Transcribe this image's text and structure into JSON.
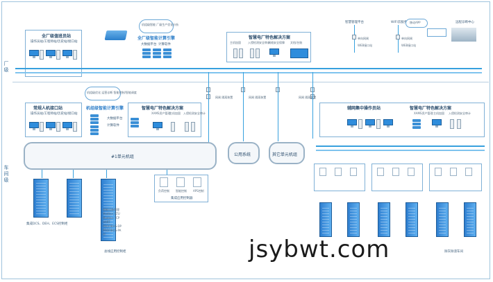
{
  "levels": {
    "plant": "厂级",
    "workshop": "车间级"
  },
  "plant": {
    "ops_station": {
      "title": "全厂级值班员站",
      "sub": "操作员站/工程师站/历史站/接口站"
    },
    "compute_engine": {
      "title": "全厂级智能计算引擎",
      "sub1": "大数据平台",
      "sub2": "计算软件",
      "cloud": "机组级智能 厂级生产优化分析"
    },
    "solution": {
      "title": "智慧电厂特色解决方案",
      "items": [
        "文档/台账",
        "入侵检测安全审计",
        "网络安全保障",
        "主机加固"
      ]
    },
    "smart_mgmt": "智慧管理平台",
    "wifi": "WIFI云服务",
    "mobile": "移动APP",
    "remote": "远程诊断中心",
    "web_items": [
      "单向网闸",
      "WEB接口站"
    ],
    "gateways": [
      "网闸 隔离装置",
      "网闸 隔离装置"
    ]
  },
  "unit": {
    "ops_station": {
      "title": "常规人机接口站",
      "sub": "操作员站/工程师站/历史站/接口站"
    },
    "compute_engine": {
      "title": "机组级智能计算引擎",
      "sub1": "大数据平台",
      "sub2": "计算软件",
      "cloud": "机组级优化 运营诊断 智能控制/智能调度"
    },
    "solution": {
      "title": "智慧电厂特色解决方案",
      "items": [
        "XAMS资产管理",
        "主机加固",
        "入侵检测安全审计"
      ]
    },
    "ring": "#1单元机组",
    "public": "公用系统",
    "other": "其它单元机组",
    "control_label": "集成应用控制器",
    "control_items": [
      "负荷控制",
      "智能控制",
      "APS控制"
    ],
    "dcs": "集成DCS、DEH、ECS控制柜",
    "fieldbus_label": "总线应用控制柜",
    "fieldbus_items": [
      "智能设备管理",
      "Modbus RTU",
      "Modbus TCP",
      "HART",
      "PROFIBUS-DP",
      "PROFIBUS-PA",
      "FF"
    ]
  },
  "aux": {
    "ops_station": "辅网集中操作员站",
    "solution": {
      "title": "智慧电厂特色解决方案",
      "items": [
        "XAMS资产管理",
        "主机加固",
        "入侵检测安全审计"
      ]
    },
    "ash": "除灰除渣车间"
  },
  "watermark": "jsybwt.com"
}
